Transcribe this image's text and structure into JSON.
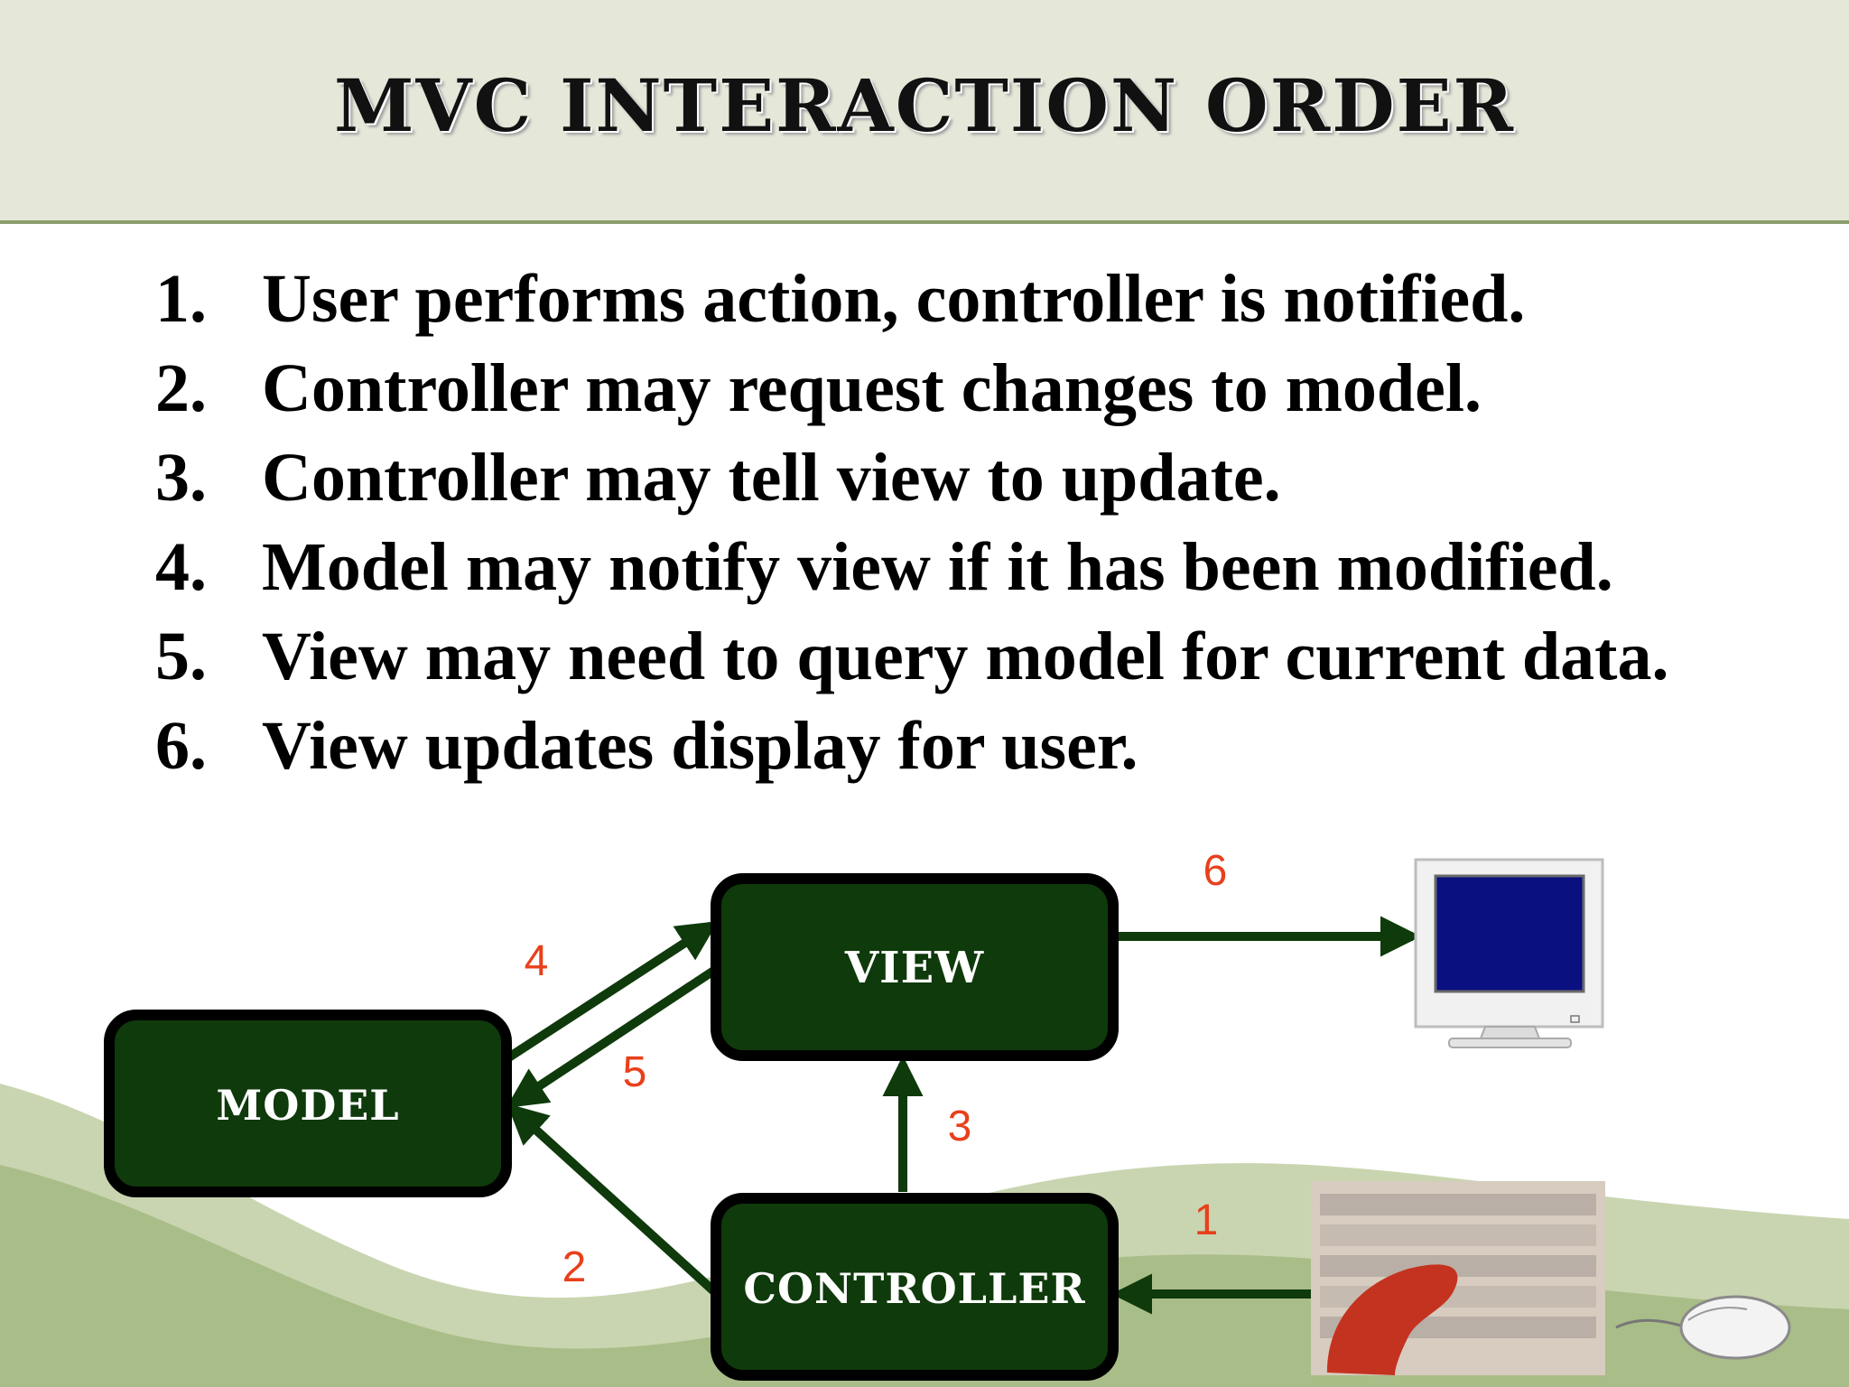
{
  "title": "MVC INTERACTION ORDER",
  "steps": [
    {
      "num": "1.",
      "text": "User performs action, controller is notified."
    },
    {
      "num": "2.",
      "text": "Controller may request changes to model."
    },
    {
      "num": "3.",
      "text": "Controller may tell view to update."
    },
    {
      "num": "4.",
      "text": "Model may notify view if it has been modified."
    },
    {
      "num": "5.",
      "text": "View may need to query model for current data."
    },
    {
      "num": "6.",
      "text": "View updates display for user."
    }
  ],
  "diagram": {
    "nodes": {
      "view": "VIEW",
      "model": "MODEL",
      "controller": "CONTROLLER"
    },
    "arrows": {
      "a1": "1",
      "a2": "2",
      "a3": "3",
      "a4": "4",
      "a5": "5",
      "a6": "6"
    },
    "icons": [
      "monitor-icon",
      "keyboard-icon",
      "mouse-icon"
    ]
  },
  "colors": {
    "box_fill": "#0f3a0b",
    "box_stroke": "#000000",
    "arrow": "#0f3a0b",
    "number": "#e8401c",
    "header_bg": "#e5e8d9",
    "wave_light": "#c9d5b0",
    "wave_dark": "#9fb57c"
  }
}
